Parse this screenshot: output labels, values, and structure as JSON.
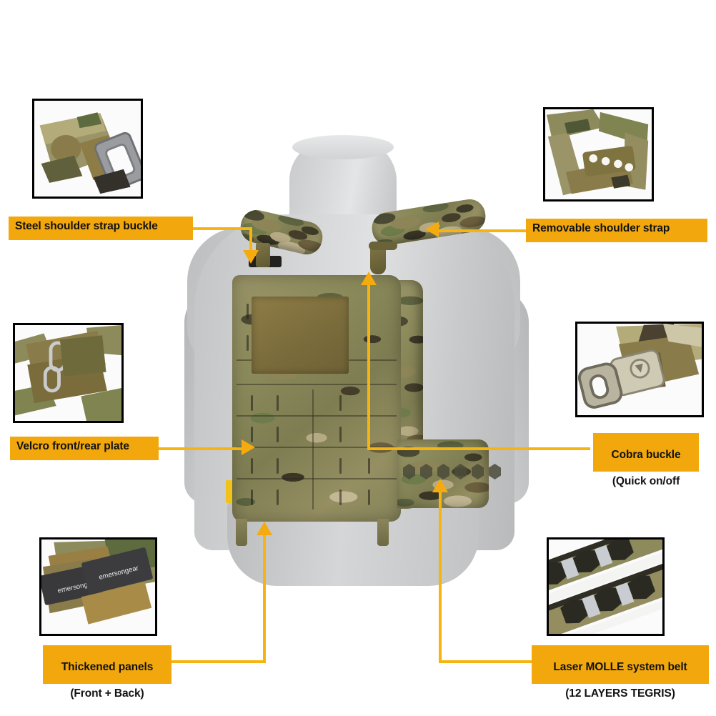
{
  "page": {
    "title": "Tactical Plate Carrier Feature Callouts",
    "background_color": "#ffffff",
    "label_color": "#f2a80c",
    "line_color": "#f6b410",
    "text_color": "#111111",
    "thumb_border_color": "#000000"
  },
  "product": {
    "name": "Plate carrier vest on gray mannequin torso",
    "camo_pattern": "multicam",
    "brand_text_on_panels": "emersongear"
  },
  "callouts": [
    {
      "id": "steel-shoulder-strap-buckle",
      "text": "Steel shoulder strap buckle",
      "position": "top-left",
      "lines": [
        "Steel shoulder strap buckle"
      ],
      "arrow_direction": "down",
      "thumbnail": "camo shoulder strap with steel ladder-lock buckle"
    },
    {
      "id": "removable-shoulder-strap",
      "text": "Removable shoulder strap",
      "position": "top-right",
      "lines": [
        "Removable shoulder strap"
      ],
      "arrow_direction": "left",
      "thumbnail": "camo shoulder strap assembly with perforated tab"
    },
    {
      "id": "velcro-front-rear-plate",
      "text": "Velcro front/rear plate",
      "position": "mid-left",
      "lines": [
        "Velcro front/rear plate"
      ],
      "arrow_direction": "right",
      "thumbnail": "open carrier showing hook-and-loop plate flaps"
    },
    {
      "id": "cobra-buckle",
      "text": "Cobra buckle (Quick on/off",
      "position": "mid-right",
      "lines": [
        "Cobra buckle",
        "(Quick on/off"
      ],
      "arrow_direction": "up",
      "thumbnail": "AustriAlpin Cobra quick-release buckle"
    },
    {
      "id": "thickened-panels",
      "text": "Thickened panels (Front + Back)",
      "position": "bottom-left",
      "lines": [
        "Thickened panels",
        "(Front + Back)"
      ],
      "arrow_direction": "up",
      "thumbnail": "black emersongear foam padding panels"
    },
    {
      "id": "laser-molle-system-belt",
      "text": "Laser MOLLE system belt (12 LAYERS TEGRIS)",
      "position": "bottom-right",
      "lines": [
        "Laser MOLLE system belt",
        "(12 LAYERS TEGRIS)"
      ],
      "arrow_direction": "up",
      "thumbnail": "laser-cut MOLLE camo belt webbing strips"
    }
  ]
}
